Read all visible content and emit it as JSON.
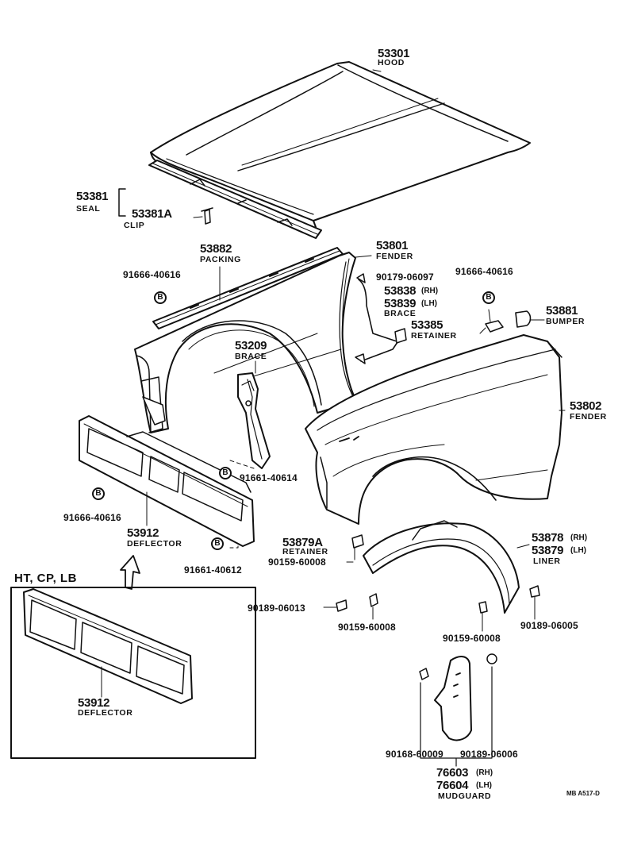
{
  "parts": {
    "hood": {
      "number": "53301",
      "name": "HOOD"
    },
    "seal": {
      "number": "53381",
      "name": "SEAL"
    },
    "clip": {
      "number": "53381A",
      "name": "CLIP"
    },
    "packing": {
      "number": "53882",
      "name": "PACKING"
    },
    "fender_inner": {
      "number": "53801",
      "name": "FENDER"
    },
    "bolt_90179": {
      "number": "90179-06097"
    },
    "brace_rh": {
      "number": "53838",
      "side": "(RH)"
    },
    "brace_lh": {
      "number": "53839",
      "side": "(LH)",
      "name": "BRACE"
    },
    "retainer_53385": {
      "number": "53385",
      "name": "RETAINER"
    },
    "screw_91666_top": {
      "number": "91666-40616"
    },
    "screw_91666_right": {
      "number": "91666-40616"
    },
    "screw_91666_bottom": {
      "number": "91666-40616"
    },
    "bumper": {
      "number": "53881",
      "name": "BUMPER"
    },
    "brace_53209": {
      "number": "53209",
      "name": "BRACE"
    },
    "fender_outer": {
      "number": "53802",
      "name": "FENDER"
    },
    "screw_91661_40614": {
      "number": "91661-40614"
    },
    "deflector_main": {
      "number": "53912",
      "name": "DEFLECTOR"
    },
    "screw_91661_40612": {
      "number": "91661-40612"
    },
    "retainer_53879a": {
      "number": "53879A",
      "name": "RETAINER"
    },
    "clip_90159_left": {
      "number": "90159-60008"
    },
    "liner_rh": {
      "number": "53878",
      "side": "(RH)"
    },
    "liner_lh": {
      "number": "53879",
      "side": "(LH)",
      "name": "LINER"
    },
    "nut_90189_06013": {
      "number": "90189-06013"
    },
    "clip_90159_mid": {
      "number": "90159-60008"
    },
    "clip_90159_right": {
      "number": "90159-60008"
    },
    "nut_90189_06005": {
      "number": "90189-06005"
    },
    "screw_90168": {
      "number": "90168-60009"
    },
    "nut_90189_06006": {
      "number": "90189-06006"
    },
    "mudguard_rh": {
      "number": "76603",
      "side": "(RH)"
    },
    "mudguard_lh": {
      "number": "76604",
      "side": "(LH)",
      "name": "MUDGUARD"
    },
    "deflector_variant": {
      "number": "53912",
      "name": "DEFLECTOR"
    }
  },
  "badge_letter": "B",
  "variant_label": "HT, CP, LB",
  "drawing_code": "MB A517-D"
}
